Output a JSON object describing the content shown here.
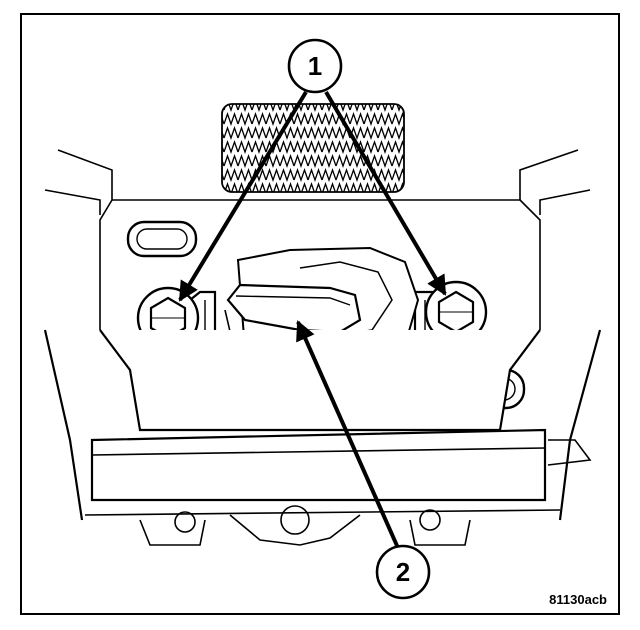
{
  "figure": {
    "code": "81130acb"
  },
  "callouts": [
    {
      "number": "1"
    },
    {
      "number": "2"
    }
  ],
  "colors": {
    "line": "#000000",
    "background": "#ffffff"
  }
}
